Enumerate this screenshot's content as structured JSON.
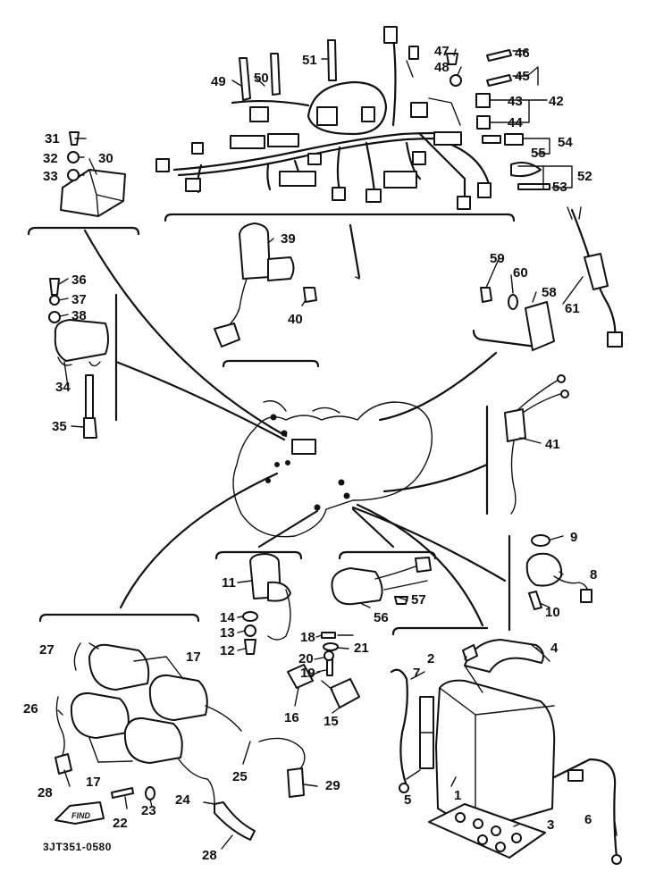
{
  "diagram": {
    "code": "3JT351-0580",
    "find_badge": "FIND"
  },
  "callouts": [
    {
      "id": "p1",
      "label": "1"
    },
    {
      "id": "p2",
      "label": "2"
    },
    {
      "id": "p3",
      "label": "3"
    },
    {
      "id": "p4",
      "label": "4"
    },
    {
      "id": "p5",
      "label": "5"
    },
    {
      "id": "p6",
      "label": "6"
    },
    {
      "id": "p7",
      "label": "7"
    },
    {
      "id": "p8",
      "label": "8"
    },
    {
      "id": "p9",
      "label": "9"
    },
    {
      "id": "p10",
      "label": "10"
    },
    {
      "id": "p11",
      "label": "11"
    },
    {
      "id": "p12",
      "label": "12"
    },
    {
      "id": "p13",
      "label": "13"
    },
    {
      "id": "p14",
      "label": "14"
    },
    {
      "id": "p15",
      "label": "15"
    },
    {
      "id": "p16",
      "label": "16"
    },
    {
      "id": "p17a",
      "label": "17"
    },
    {
      "id": "p17b",
      "label": "17"
    },
    {
      "id": "p18",
      "label": "18"
    },
    {
      "id": "p19",
      "label": "19"
    },
    {
      "id": "p20",
      "label": "20"
    },
    {
      "id": "p21",
      "label": "21"
    },
    {
      "id": "p22",
      "label": "22"
    },
    {
      "id": "p23",
      "label": "23"
    },
    {
      "id": "p24",
      "label": "24"
    },
    {
      "id": "p25",
      "label": "25"
    },
    {
      "id": "p26",
      "label": "26"
    },
    {
      "id": "p27",
      "label": "27"
    },
    {
      "id": "p28a",
      "label": "28"
    },
    {
      "id": "p28b",
      "label": "28"
    },
    {
      "id": "p29",
      "label": "29"
    },
    {
      "id": "p30",
      "label": "30"
    },
    {
      "id": "p31",
      "label": "31"
    },
    {
      "id": "p32",
      "label": "32"
    },
    {
      "id": "p33",
      "label": "33"
    },
    {
      "id": "p34",
      "label": "34"
    },
    {
      "id": "p35",
      "label": "35"
    },
    {
      "id": "p36",
      "label": "36"
    },
    {
      "id": "p37",
      "label": "37"
    },
    {
      "id": "p38",
      "label": "38"
    },
    {
      "id": "p39",
      "label": "39"
    },
    {
      "id": "p40",
      "label": "40"
    },
    {
      "id": "p41",
      "label": "41"
    },
    {
      "id": "p42",
      "label": "42"
    },
    {
      "id": "p43",
      "label": "43"
    },
    {
      "id": "p44",
      "label": "44"
    },
    {
      "id": "p45",
      "label": "45"
    },
    {
      "id": "p46",
      "label": "46"
    },
    {
      "id": "p47",
      "label": "47"
    },
    {
      "id": "p48",
      "label": "48"
    },
    {
      "id": "p49",
      "label": "49"
    },
    {
      "id": "p50",
      "label": "50"
    },
    {
      "id": "p51",
      "label": "51"
    },
    {
      "id": "p52",
      "label": "52"
    },
    {
      "id": "p53",
      "label": "53"
    },
    {
      "id": "p54",
      "label": "54"
    },
    {
      "id": "p55",
      "label": "55"
    },
    {
      "id": "p56",
      "label": "56"
    },
    {
      "id": "p57",
      "label": "57"
    },
    {
      "id": "p58",
      "label": "58"
    },
    {
      "id": "p59",
      "label": "59"
    },
    {
      "id": "p60",
      "label": "60"
    },
    {
      "id": "p61",
      "label": "61"
    }
  ]
}
